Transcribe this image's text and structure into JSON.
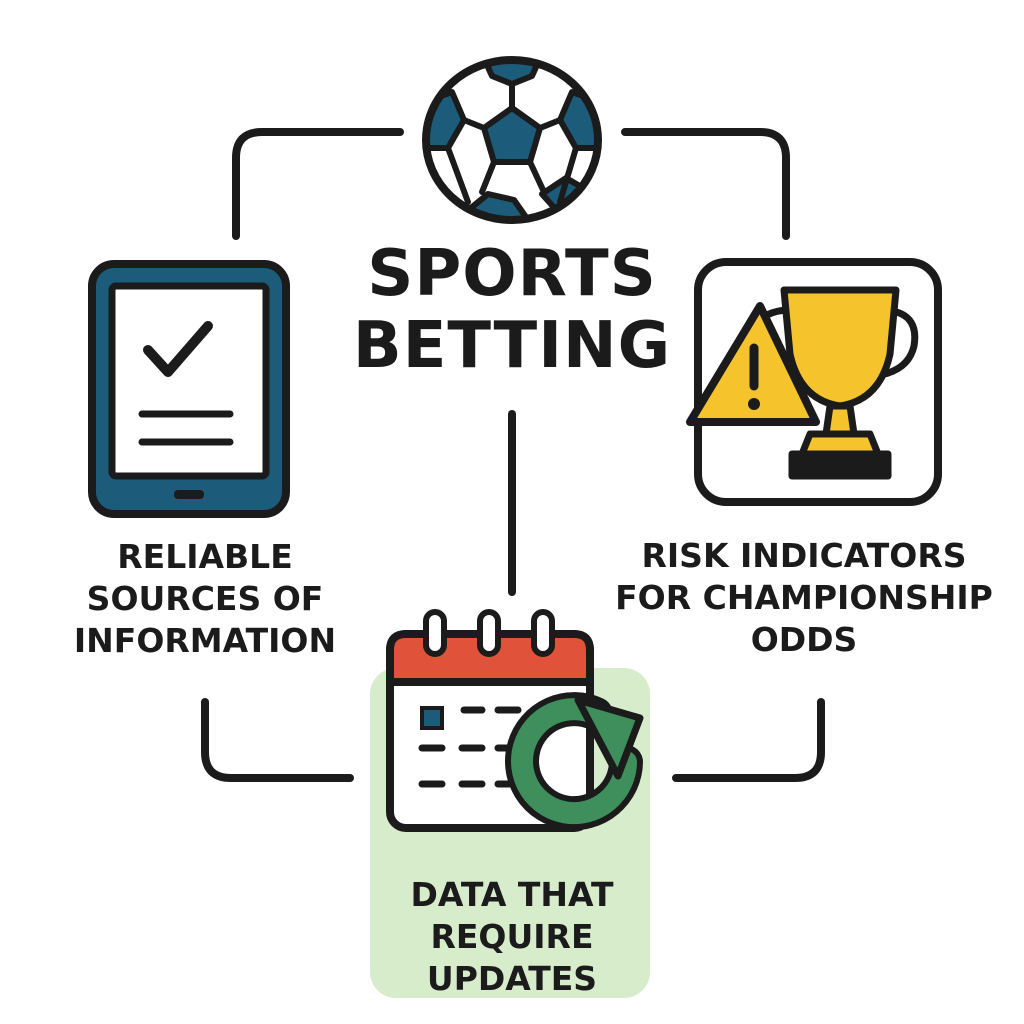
{
  "title": {
    "line1": "SPORTS",
    "line2": "BETTING"
  },
  "nodes": {
    "left": {
      "icon": "tablet-checklist-icon",
      "lines": [
        "RELIABLE",
        "SOURCES OF",
        "INFORMATION"
      ]
    },
    "right": {
      "icon": "warning-trophy-icon",
      "lines": [
        "RISK INDICATORS",
        "FOR CHAMPIONSHIP",
        "ODDS"
      ]
    },
    "bottom": {
      "icon": "calendar-refresh-icon",
      "lines": [
        "DATA THAT",
        "REQUIRE",
        "UPDATES"
      ]
    }
  },
  "center_icon": "soccer-ball-icon",
  "colors": {
    "ink": "#1b1b1b",
    "teal": "#1c5c7a",
    "yellow": "#f5c42c",
    "red": "#e0533a",
    "green": "#3f8f5c",
    "green_bg": "#d7eccb"
  }
}
